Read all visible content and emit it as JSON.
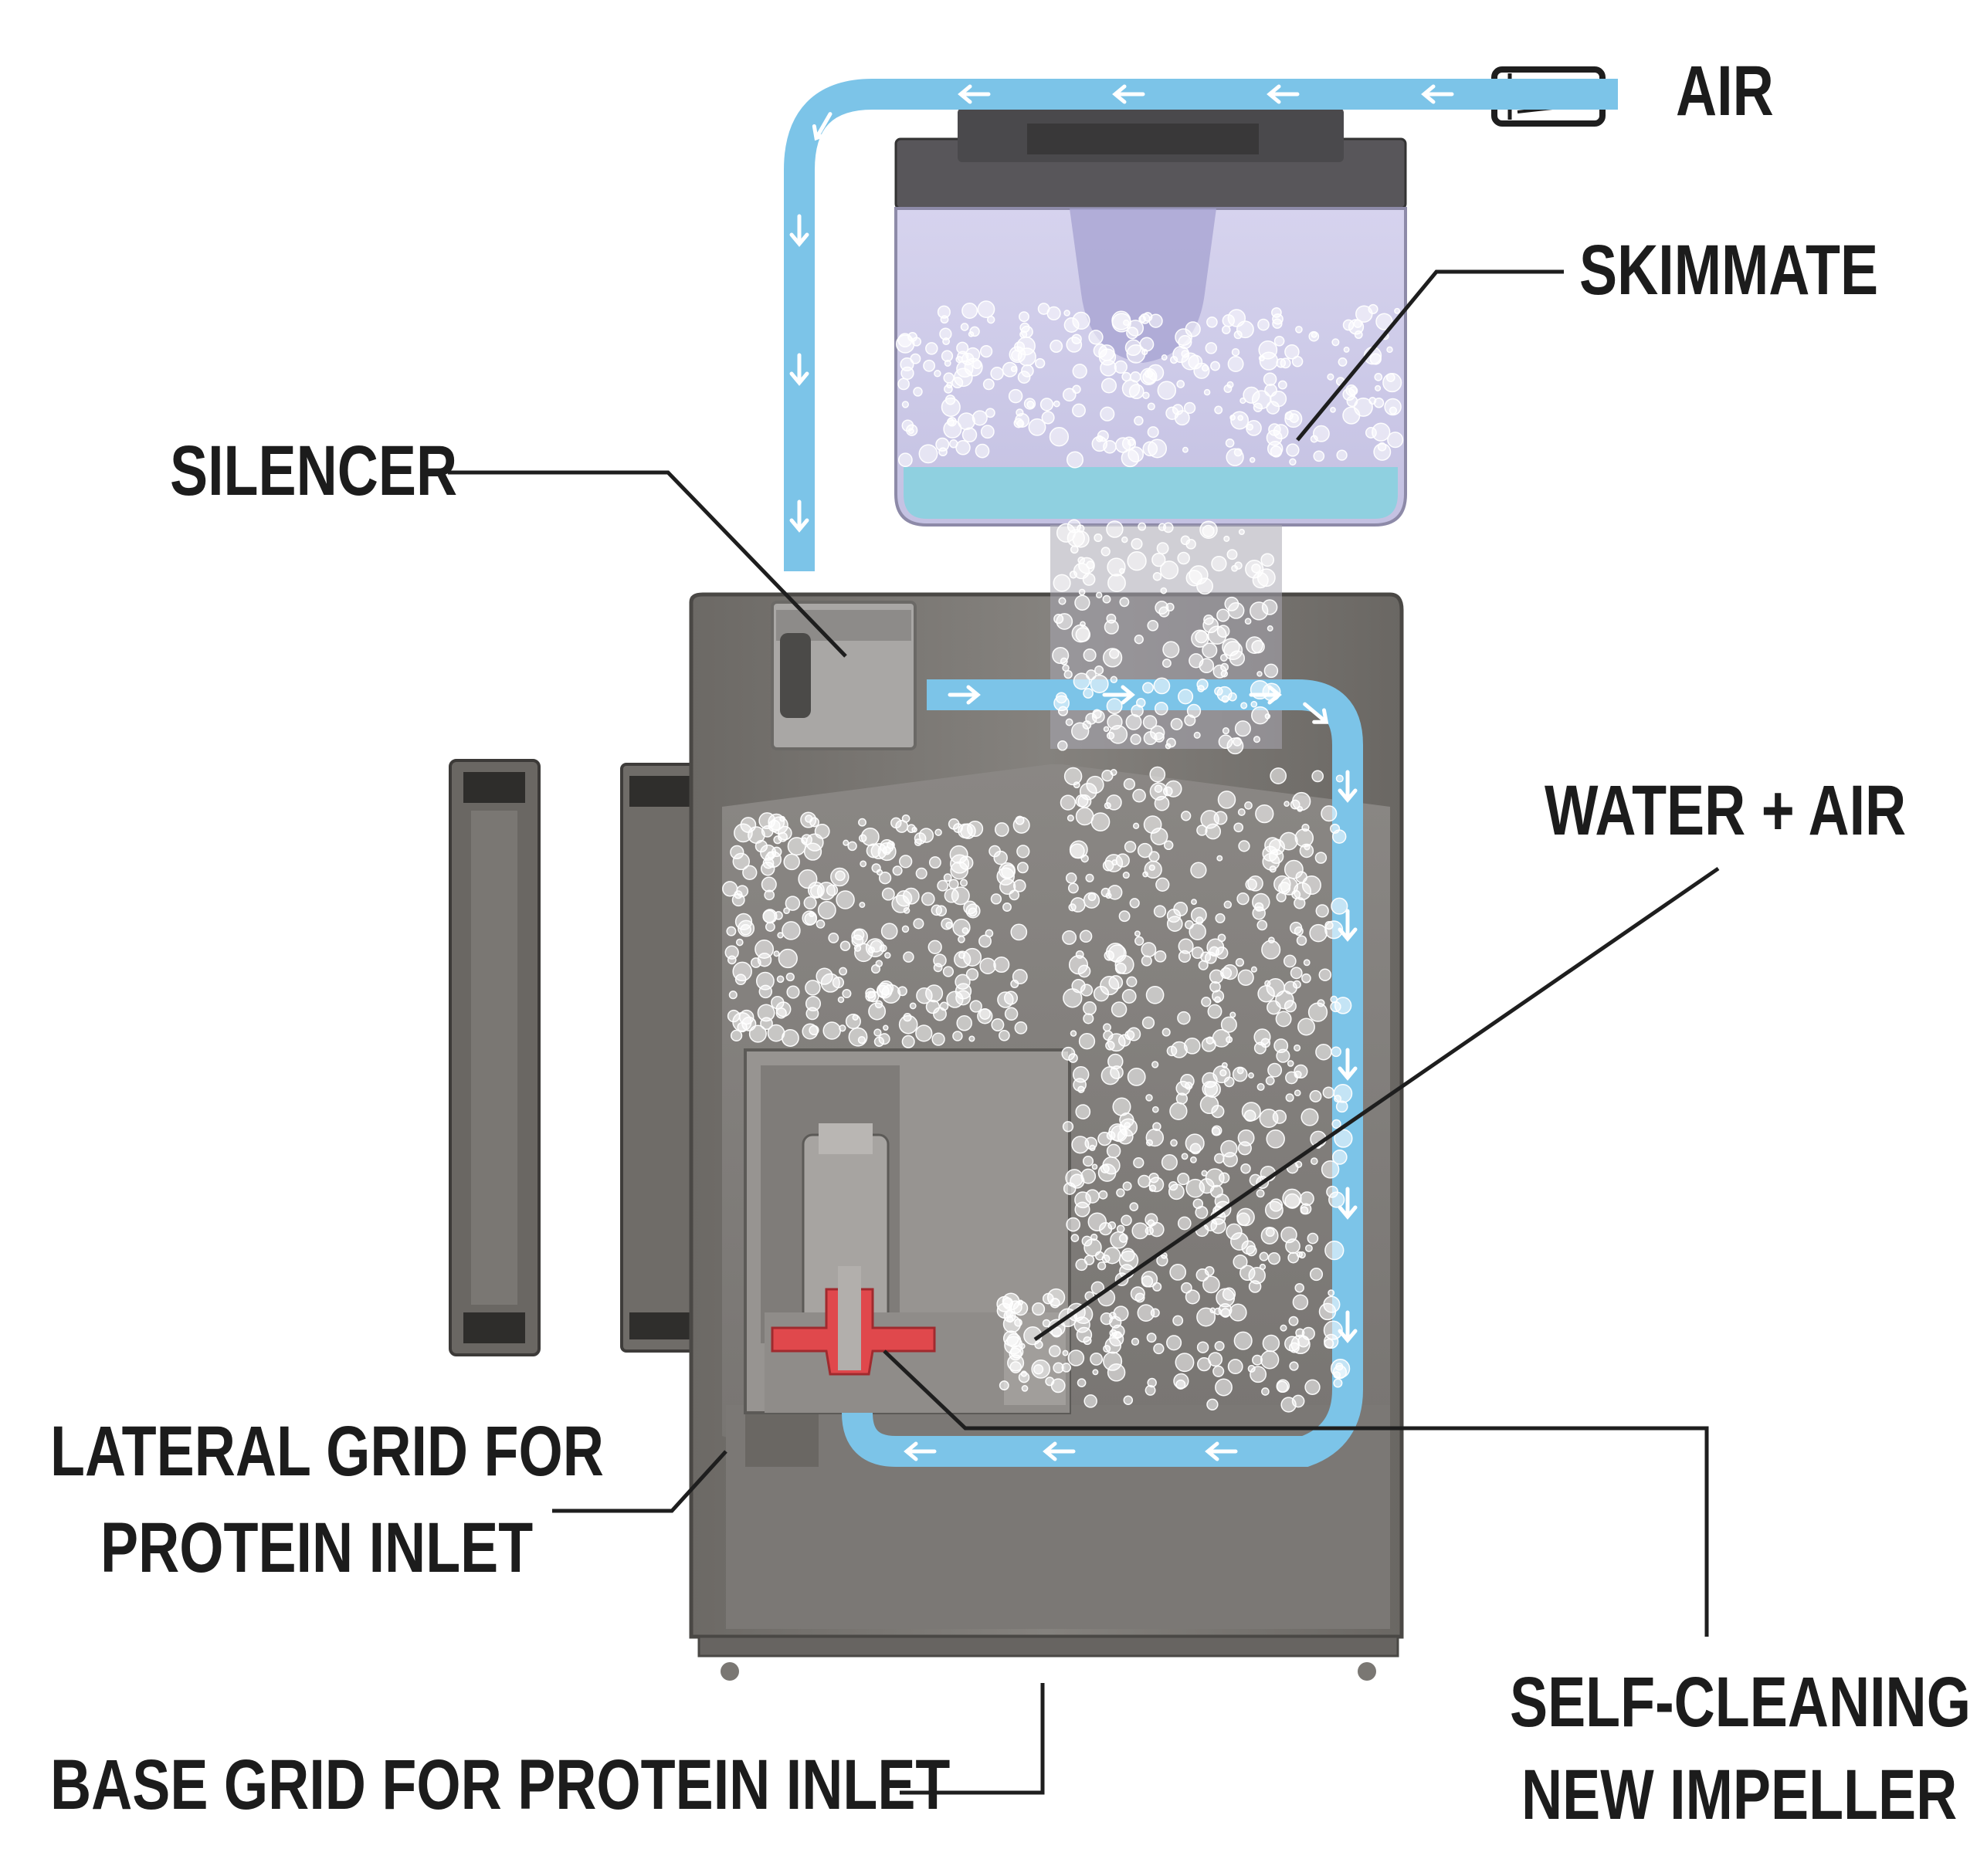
{
  "labels": {
    "air": "AIR",
    "skimmate": "SKIMMATE",
    "silencer": "SILENCER",
    "water_air": "WATER + AIR",
    "lateral_grid_line1": "LATERAL GRID FOR",
    "lateral_grid_line2": "PROTEIN INLET",
    "self_cleaning_line1": "SELF-CLEANING",
    "self_cleaning_line2": "NEW IMPELLER",
    "base_grid": "BASE GRID FOR PROTEIN INLET"
  },
  "colors": {
    "flow": "#7cc4e8",
    "flow_arrow": "#ffffff",
    "body": "#7d7a76",
    "body_dark": "#5d5a57",
    "impeller": "#e0484c",
    "cup": "#c9c6e6",
    "skimmate_liquid": "#8fd0e0"
  },
  "icons": [
    "air-filter-icon",
    "flow-arrow-icon",
    "impeller-icon",
    "bubble-icon"
  ]
}
